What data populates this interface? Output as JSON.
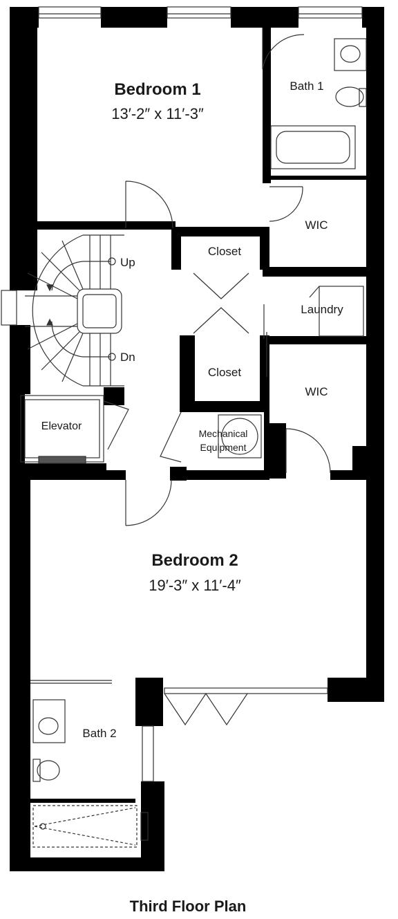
{
  "plan": {
    "title": "Third Floor Plan",
    "rooms": {
      "bedroom1": {
        "name": "Bedroom 1",
        "size": "13′-2″ x 11′-3″"
      },
      "bedroom2": {
        "name": "Bedroom 2",
        "size": "19′-3″ x 11′-4″"
      },
      "bath1": {
        "name": "Bath 1"
      },
      "bath2": {
        "name": "Bath 2"
      },
      "wic_upper": {
        "name": "WIC"
      },
      "wic_lower": {
        "name": "WIC"
      },
      "closet_upper": {
        "name": "Closet"
      },
      "closet_lower": {
        "name": "Closet"
      },
      "laundry": {
        "name": "Laundry"
      },
      "elevator": {
        "name": "Elevator"
      },
      "mechanical": {
        "line1": "Mechanical",
        "line2": "Equipment"
      }
    },
    "stairs": {
      "up": "Up",
      "down": "Dn"
    },
    "colors": {
      "wall": "#000000",
      "line": "#333333",
      "background": "#ffffff"
    }
  }
}
